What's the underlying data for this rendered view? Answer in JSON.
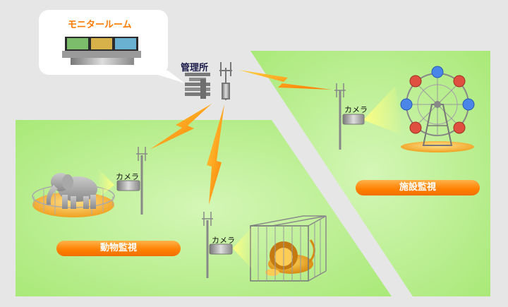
{
  "monitor_room": {
    "title": "モニタールーム"
  },
  "management": {
    "label": "管理所"
  },
  "camera_label": "カメラ",
  "zones": {
    "animal": {
      "label": "動物監視"
    },
    "facility": {
      "label": "施設監視"
    }
  },
  "colors": {
    "zone_fill": "#b6ee8c",
    "road": "#e3e3e3",
    "accent": "#ff8000",
    "lightning": "#ff9900"
  }
}
